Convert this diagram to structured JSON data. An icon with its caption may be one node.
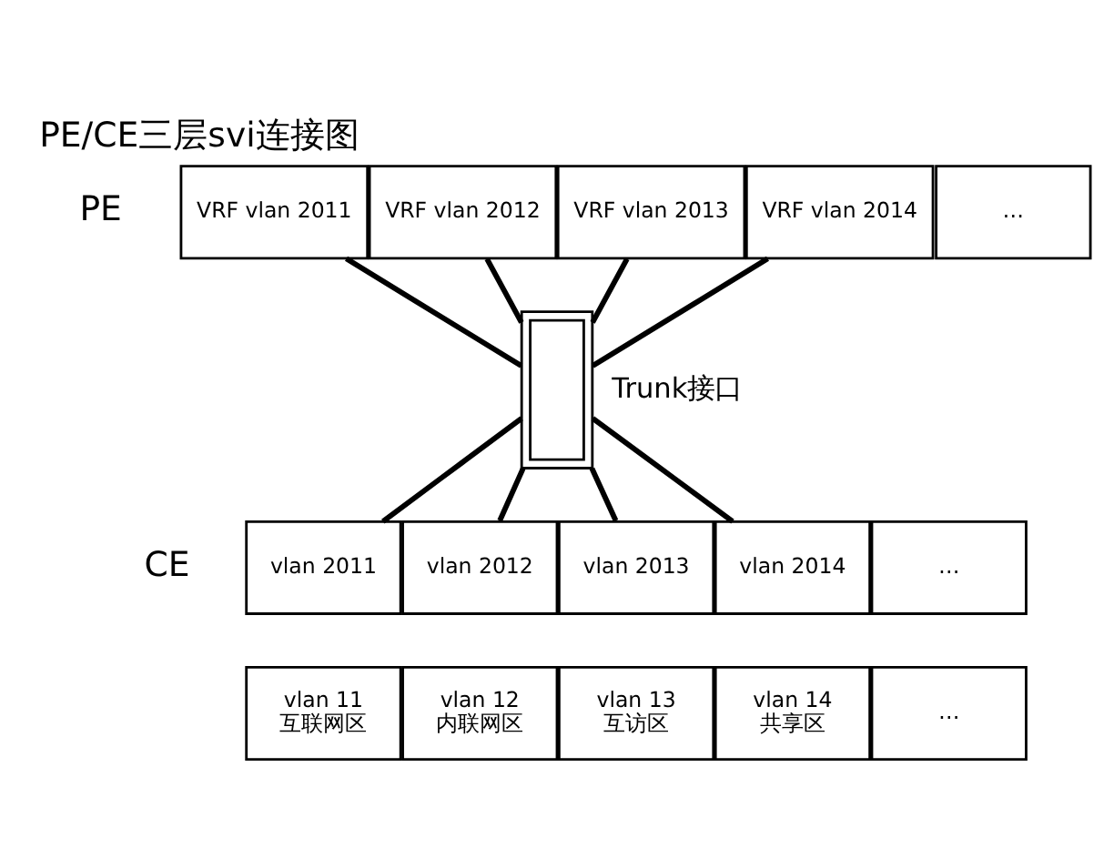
{
  "diagram": {
    "title": "PE/CE三层svi连接图",
    "nodes": [
      {
        "text": [
          "VRF vlan 2011"
        ]
      },
      {
        "text": [
          "VRF vlan 2012"
        ]
      },
      {
        "text": [
          "VRF vlan 2013"
        ]
      },
      {
        "text": [
          "VRF vlan 2014"
        ]
      },
      {
        "text": [
          "…"
        ]
      },
      {
        "text": [],
        "shape": "box",
        "beside": [
          "Trunk接口"
        ]
      },
      {
        "text": [
          "vlan 2011"
        ]
      },
      {
        "text": [
          "vlan 2012"
        ]
      },
      {
        "text": [
          "vlan 2013"
        ]
      },
      {
        "text": [
          "vlan 2014"
        ]
      },
      {
        "text": [
          "…"
        ]
      },
      {
        "text": [
          "vlan 11",
          "互联网区"
        ]
      },
      {
        "text": [
          "vlan 12",
          "内联网区"
        ]
      },
      {
        "text": [
          "vlan 13",
          "互访区"
        ]
      },
      {
        "text": [
          "vlan 14",
          "共享区"
        ]
      },
      {
        "text": [
          "…"
        ]
      }
    ],
    "edges": [
      {
        "from": 0,
        "to": 5,
        "arrow": "none"
      },
      {
        "from": 1,
        "to": 5,
        "arrow": "none"
      },
      {
        "from": 2,
        "to": 5,
        "arrow": "none"
      },
      {
        "from": 3,
        "to": 5,
        "arrow": "none"
      },
      {
        "from": 5,
        "to": 6,
        "arrow": "none"
      },
      {
        "from": 5,
        "to": 7,
        "arrow": "none"
      },
      {
        "from": 5,
        "to": 8,
        "arrow": "none"
      },
      {
        "from": 5,
        "to": 9,
        "arrow": "none"
      }
    ],
    "labels": [
      "PE",
      "CE"
    ]
  }
}
